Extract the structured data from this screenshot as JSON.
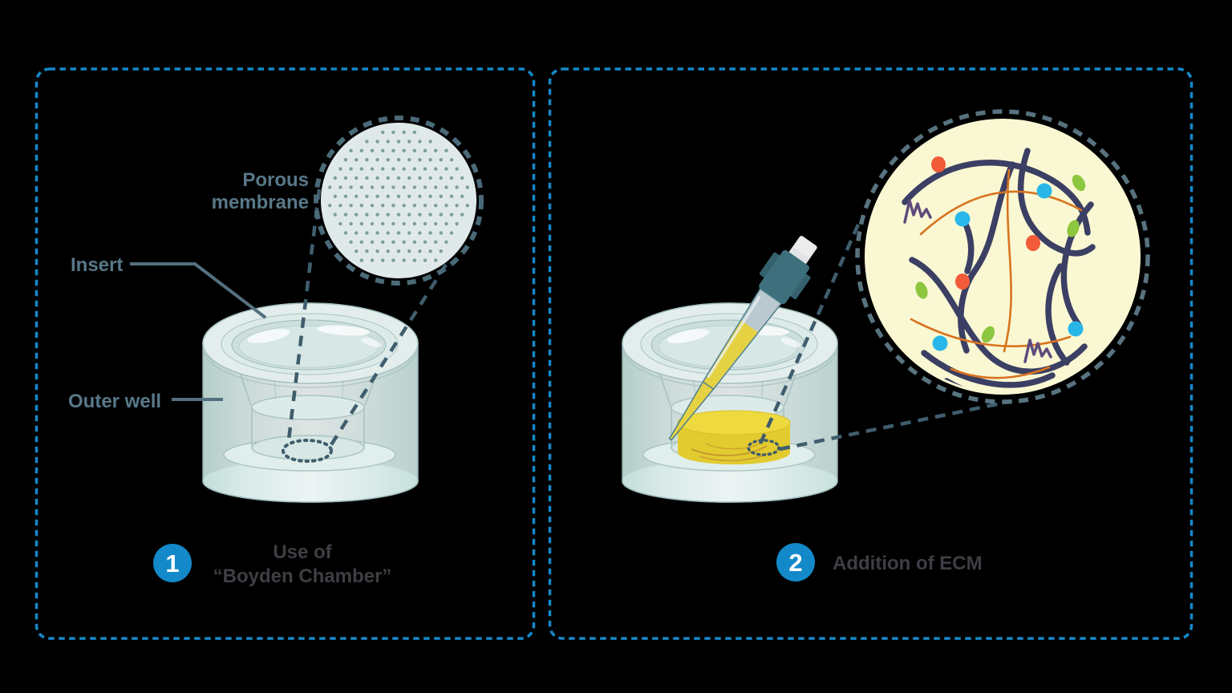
{
  "page": {
    "background": "#000000"
  },
  "panel_1": {
    "step_number": "1",
    "caption": [
      "Use of",
      "“Boyden Chamber”"
    ],
    "labels": {
      "porous_membrane": [
        "Porous",
        "membrane"
      ],
      "insert": "Insert",
      "outer_well": "Outer well"
    }
  },
  "panel_2": {
    "step_number": "2",
    "caption": "Addition of ECM"
  },
  "colors": {
    "panel_border": "#1588c8",
    "badge_blue": "#1389ca",
    "caption_text": "#3e3f45",
    "label_text": "#587888",
    "pointer_dash": "#3f5d6c",
    "membrane_fill": "#dfe9e9",
    "membrane_ring": "#4b6a78",
    "membrane_pore": "#7e9ca0",
    "chamber_stroke": "#9fbcbb",
    "ecm_background": "#f9f8d3",
    "ecm_ring": "#57737f",
    "fiber_navy": "#3b3f63",
    "fiber_orange": "#d9731f",
    "dot_red": "#f15b38",
    "dot_green": "#8dc63f",
    "dot_blue": "#29b7ea",
    "squiggle_purple": "#5e4a7c",
    "liquid_yellow": "#e8d33c",
    "pipette_teal": "#3e6f7c",
    "pipette_body": "#b9c9cf"
  }
}
